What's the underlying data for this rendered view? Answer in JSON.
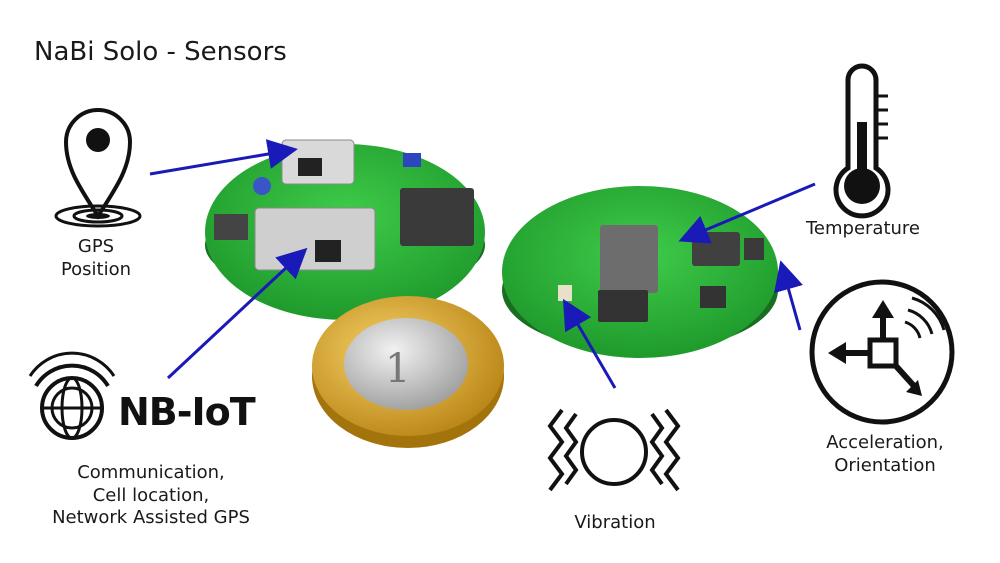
{
  "title": "NaBi Solo - Sensors",
  "gps": {
    "label_line1": "GPS",
    "label_line2": "Position",
    "icon": "map-pin-icon"
  },
  "nbiot": {
    "logo_text": "NB-IoT",
    "desc_line1": "Communication,",
    "desc_line2": "Cell location,",
    "desc_line3": "Network Assisted GPS",
    "icon": "nbiot-globe-icon"
  },
  "temperature": {
    "label": "Temperature",
    "icon": "thermometer-icon"
  },
  "acceleration": {
    "label_line1": "Acceleration,",
    "label_line2": "Orientation",
    "icon": "accelerometer-icon"
  },
  "vibration": {
    "label": "Vibration",
    "icon": "vibration-icon"
  },
  "colors": {
    "arrow": "#1a1ab8",
    "pcb": "#2db83d",
    "coin_gold": "#d9a520",
    "coin_silver": "#c7c7c7"
  }
}
